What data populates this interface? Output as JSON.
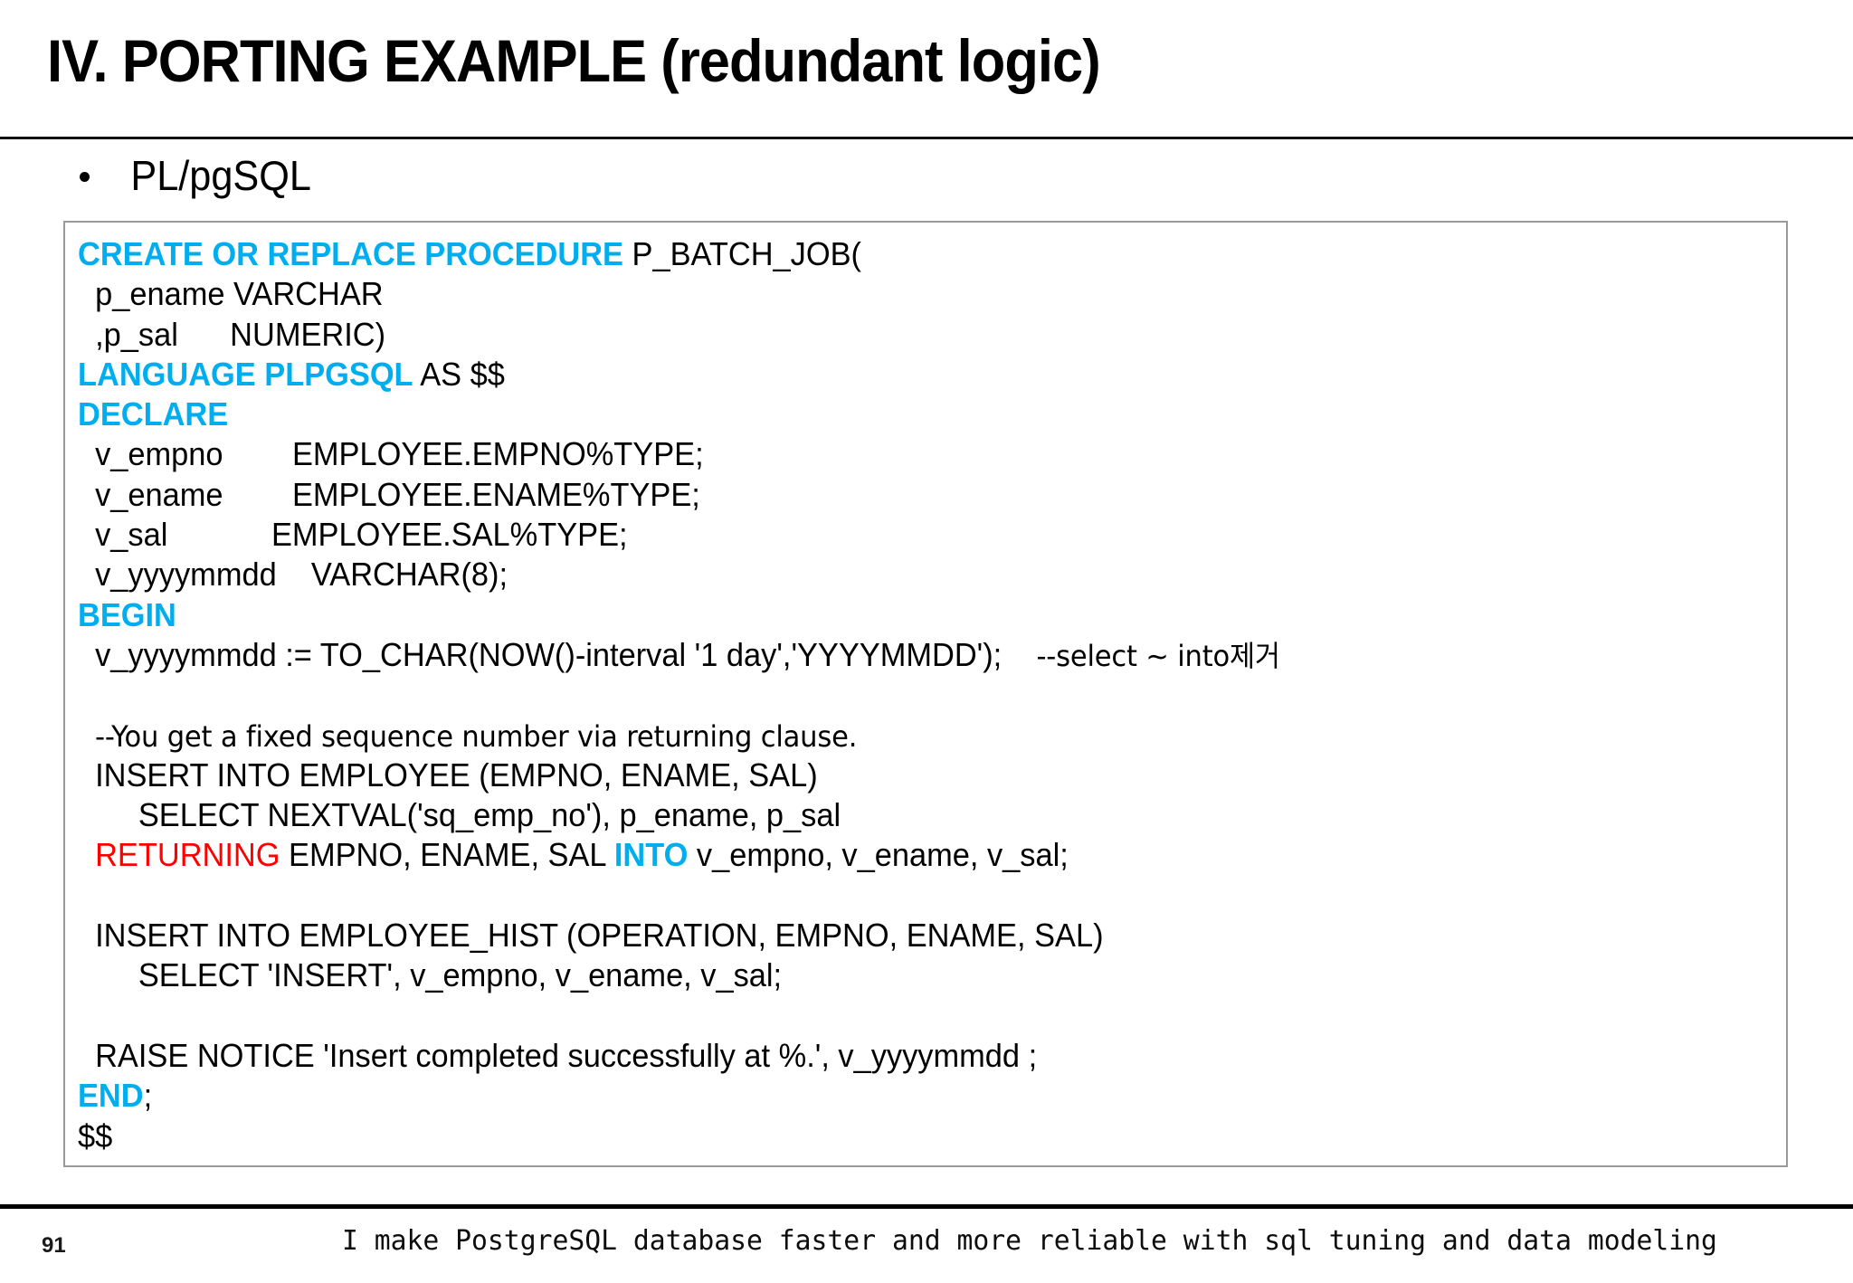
{
  "slide": {
    "title": "IV. PORTING EXAMPLE (redundant logic)",
    "bullet_label": "PL/pgSQL",
    "bullet_glyph": "•"
  },
  "colors": {
    "keyword": "#00AEEF",
    "returning": "#FF0000",
    "text": "#000000",
    "box_border": "#9a9a9e",
    "rule": "#111111"
  },
  "code": {
    "language": "PL/pgSQL",
    "lines": [
      {
        "id": 1,
        "segments": [
          {
            "text": "CREATE OR REPLACE PROCEDURE",
            "style": "keyword"
          },
          {
            "text": " P_BATCH_JOB(",
            "style": "plain"
          }
        ]
      },
      {
        "id": 2,
        "segments": [
          {
            "text": "  p_ename VARCHAR",
            "style": "plain"
          }
        ]
      },
      {
        "id": 3,
        "segments": [
          {
            "text": "  ,p_sal      NUMERIC)",
            "style": "plain"
          }
        ]
      },
      {
        "id": 4,
        "segments": [
          {
            "text": "LANGUAGE PLPGSQL",
            "style": "keyword"
          },
          {
            "text": " AS $$",
            "style": "plain"
          }
        ]
      },
      {
        "id": 5,
        "segments": [
          {
            "text": "DECLARE",
            "style": "keyword"
          }
        ]
      },
      {
        "id": 6,
        "segments": [
          {
            "text": "  v_empno        EMPLOYEE.EMPNO%TYPE;",
            "style": "plain"
          }
        ]
      },
      {
        "id": 7,
        "segments": [
          {
            "text": "  v_ename        EMPLOYEE.ENAME%TYPE;",
            "style": "plain"
          }
        ]
      },
      {
        "id": 8,
        "segments": [
          {
            "text": "  v_sal            EMPLOYEE.SAL%TYPE;",
            "style": "plain"
          }
        ]
      },
      {
        "id": 9,
        "segments": [
          {
            "text": "  v_yyyymmdd    VARCHAR(8);",
            "style": "plain"
          }
        ]
      },
      {
        "id": 10,
        "segments": [
          {
            "text": "BEGIN",
            "style": "keyword"
          }
        ]
      },
      {
        "id": 11,
        "segments": [
          {
            "text": "  v_yyyymmdd := TO_CHAR(NOW()-interval '1 day','YYYYMMDD');    ",
            "style": "plain"
          },
          {
            "text": "--select ~ into제거",
            "style": "comment"
          }
        ]
      },
      {
        "id": 12,
        "segments": [
          {
            "text": "",
            "style": "plain"
          }
        ]
      },
      {
        "id": 13,
        "segments": [
          {
            "text": "  --You get a fixed sequence number via returning clause.",
            "style": "comment"
          }
        ]
      },
      {
        "id": 14,
        "segments": [
          {
            "text": "  INSERT INTO EMPLOYEE (EMPNO, ENAME, SAL)",
            "style": "plain"
          }
        ]
      },
      {
        "id": 15,
        "segments": [
          {
            "text": "       SELECT NEXTVAL('sq_emp_no'), p_ename, p_sal",
            "style": "plain"
          }
        ]
      },
      {
        "id": 16,
        "segments": [
          {
            "text": "  RETURNING",
            "style": "returning"
          },
          {
            "text": " EMPNO, ENAME, SAL ",
            "style": "plain"
          },
          {
            "text": "INTO",
            "style": "keyword"
          },
          {
            "text": " v_empno, v_ename, v_sal;",
            "style": "plain"
          }
        ]
      },
      {
        "id": 17,
        "segments": [
          {
            "text": "",
            "style": "plain"
          }
        ]
      },
      {
        "id": 18,
        "segments": [
          {
            "text": "  INSERT INTO EMPLOYEE_HIST (OPERATION, EMPNO, ENAME, SAL)",
            "style": "plain"
          }
        ]
      },
      {
        "id": 19,
        "segments": [
          {
            "text": "       SELECT 'INSERT', v_empno, v_ename, v_sal;",
            "style": "plain"
          }
        ]
      },
      {
        "id": 20,
        "segments": [
          {
            "text": "",
            "style": "plain"
          }
        ]
      },
      {
        "id": 21,
        "segments": [
          {
            "text": "  RAISE NOTICE 'Insert completed successfully at %.', v_yyyymmdd ;",
            "style": "plain"
          }
        ]
      },
      {
        "id": 22,
        "segments": [
          {
            "text": "END",
            "style": "keyword"
          },
          {
            "text": ";",
            "style": "plain"
          }
        ]
      },
      {
        "id": 23,
        "segments": [
          {
            "text": "$$",
            "style": "plain"
          }
        ]
      }
    ]
  },
  "footer": {
    "page_number": "91",
    "tagline": "I make PostgreSQL database faster and more reliable with sql tuning and data modeling"
  }
}
